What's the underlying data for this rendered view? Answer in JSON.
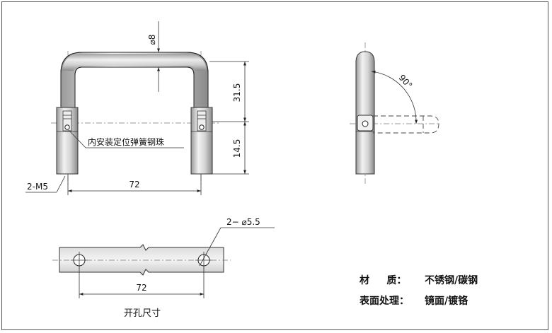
{
  "dimensions": {
    "diameter": "⌀8",
    "height_top": "31.5",
    "height_bottom": "14.5",
    "width_front": "72",
    "thread": "2-M5",
    "angle": "90°",
    "hole_spec": "2− ⌀5.5",
    "width_bottom": "72"
  },
  "annotations": {
    "spring_ball": "内安装定位弹簧钢珠",
    "hole_caption": "开孔尺寸"
  },
  "specs": {
    "material_label": "材     质：",
    "material_value": "不锈钢/碳钢",
    "finish_label": "表面处理：",
    "finish_value": "镜面/镀铬"
  }
}
